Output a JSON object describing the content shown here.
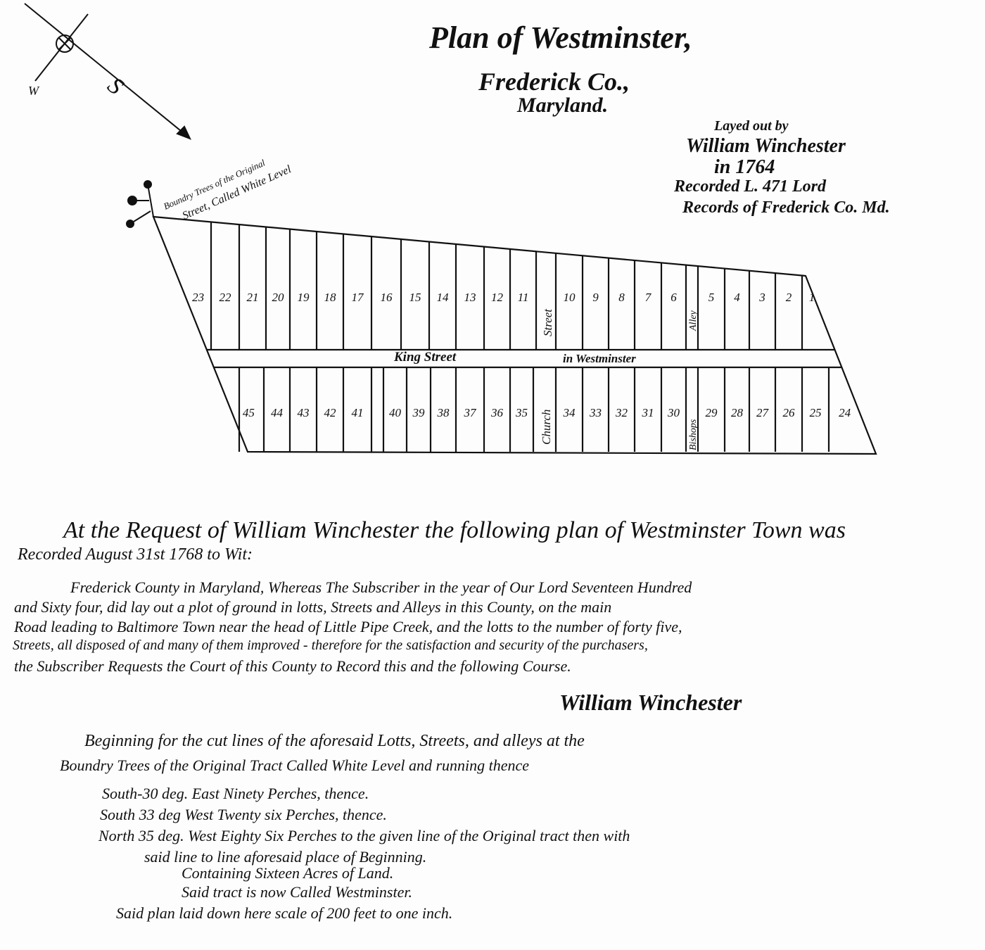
{
  "title": {
    "line1": "Plan of Westminster,",
    "line2": "Frederick Co.,",
    "line3": "Maryland."
  },
  "recording": {
    "line1": "Layed out by",
    "line2": "William Winchester",
    "line3": "in 1764",
    "line4": "Recorded L. 471 Lord",
    "line5": "Records of Frederick Co. Md."
  },
  "compass": {
    "west": "W",
    "south": "S"
  },
  "boundary_note": {
    "line1": "Boundry Trees of the Original",
    "line2": "Street, Called White Level"
  },
  "streets": {
    "king": "King Street",
    "in_westminster": "in Westminster",
    "street": "Street",
    "church": "Church",
    "alley": "Alley",
    "bishops": "Bishops"
  },
  "upper_lots": [
    "23",
    "22",
    "21",
    "20",
    "19",
    "18",
    "17",
    "16",
    "15",
    "14",
    "13",
    "12",
    "11",
    "10",
    "9",
    "8",
    "7",
    "6",
    "5",
    "4",
    "3",
    "2",
    "1"
  ],
  "lower_lots": [
    "45",
    "44",
    "43",
    "42",
    "41",
    "40",
    "39",
    "38",
    "37",
    "36",
    "35",
    "34",
    "33",
    "32",
    "31",
    "30",
    "29",
    "28",
    "27",
    "26",
    "25",
    "24"
  ],
  "text": {
    "request": [
      "At the Request of William Winchester the following plan of Westminster Town was",
      "Recorded August 31st 1768 to Wit:"
    ],
    "paragraph": [
      "Frederick County in Maryland, Whereas The Subscriber in the year of Our Lord Seventeen Hundred",
      "and Sixty four, did lay out a plot of ground in lotts, Streets and Alleys in this County, on the main",
      "Road leading to Baltimore Town near the head of Little Pipe Creek, and the lotts to the number of forty five,",
      "Streets, all disposed of and many of them improved - therefore for the satisfaction and security of the purchasers,",
      "the Subscriber Requests the Court of this County to Record this and the following Course."
    ],
    "signature": "William Winchester",
    "beginning": [
      "Beginning for the cut lines of the aforesaid Lotts, Streets, and alleys at the",
      "Boundry Trees of the Original Tract Called White Level and running thence"
    ],
    "courses": [
      "South-30 deg. East Ninety Perches, thence.",
      "South 33 deg West Twenty six Perches, thence.",
      "North 35 deg. West Eighty Six Perches to the given line of the Original tract then with",
      "said line to line aforesaid place of Beginning.",
      "Containing Sixteen Acres of Land.",
      "Said tract is now Called Westminster.",
      "Said plan laid down here scale of 200 feet to one inch."
    ]
  }
}
